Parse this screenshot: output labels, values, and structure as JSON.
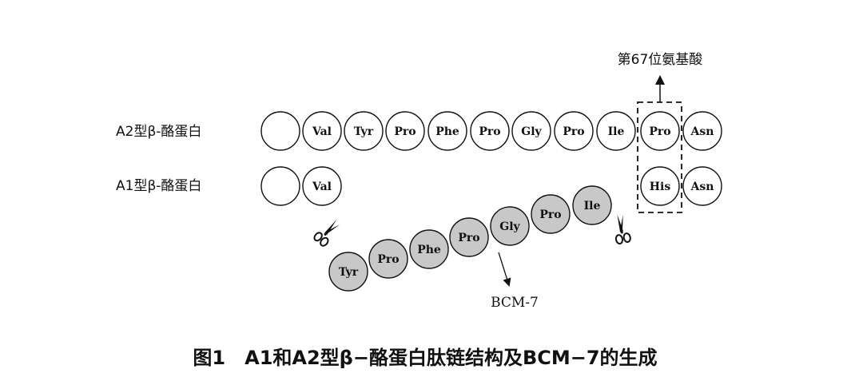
{
  "site_label": "第67位氨基酸",
  "a2": {
    "label": "A2型β-酪蛋白",
    "residues": [
      "",
      "Val",
      "Tyr",
      "Pro",
      "Phe",
      "Pro",
      "Gly",
      "Pro",
      "Ile",
      "Pro",
      "Asn"
    ]
  },
  "a1": {
    "label": "A1型β-酪蛋白",
    "left_residues": [
      "",
      "Val"
    ],
    "right_residues": [
      "His",
      "Asn"
    ]
  },
  "peptide": {
    "residues": [
      "Tyr",
      "Pro",
      "Phe",
      "Pro",
      "Gly",
      "Pro",
      "Ile"
    ],
    "product_label": "BCM-7"
  },
  "caption": "图1　A1和A2型β−酪蛋白肽链结构及BCM−7的生成",
  "colors": {
    "outline": "#111111",
    "peptide_fill": "#c8c8c8",
    "empty_fill": "#ffffff"
  }
}
